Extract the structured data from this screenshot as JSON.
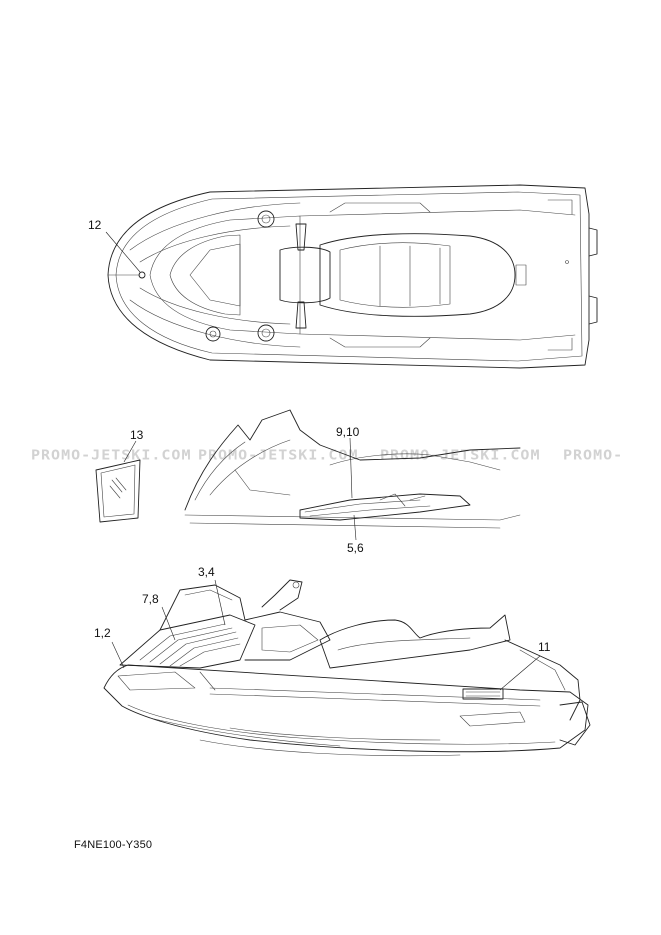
{
  "diagram_code": "F4NE100-Y350",
  "watermarks": [
    "PROMO-JETSKI.COM",
    "PROMO-JETSKI.COM",
    "PROMO-JETSKI.COM",
    "PROMO-"
  ],
  "callouts": {
    "c12": "12",
    "c13": "13",
    "c910": "9,10",
    "c56": "5,6",
    "c34": "3,4",
    "c78": "7,8",
    "c12b": "1,2",
    "c11": "11"
  },
  "colors": {
    "line": "#222222",
    "watermark": "#d2d2d2",
    "background": "#ffffff"
  }
}
